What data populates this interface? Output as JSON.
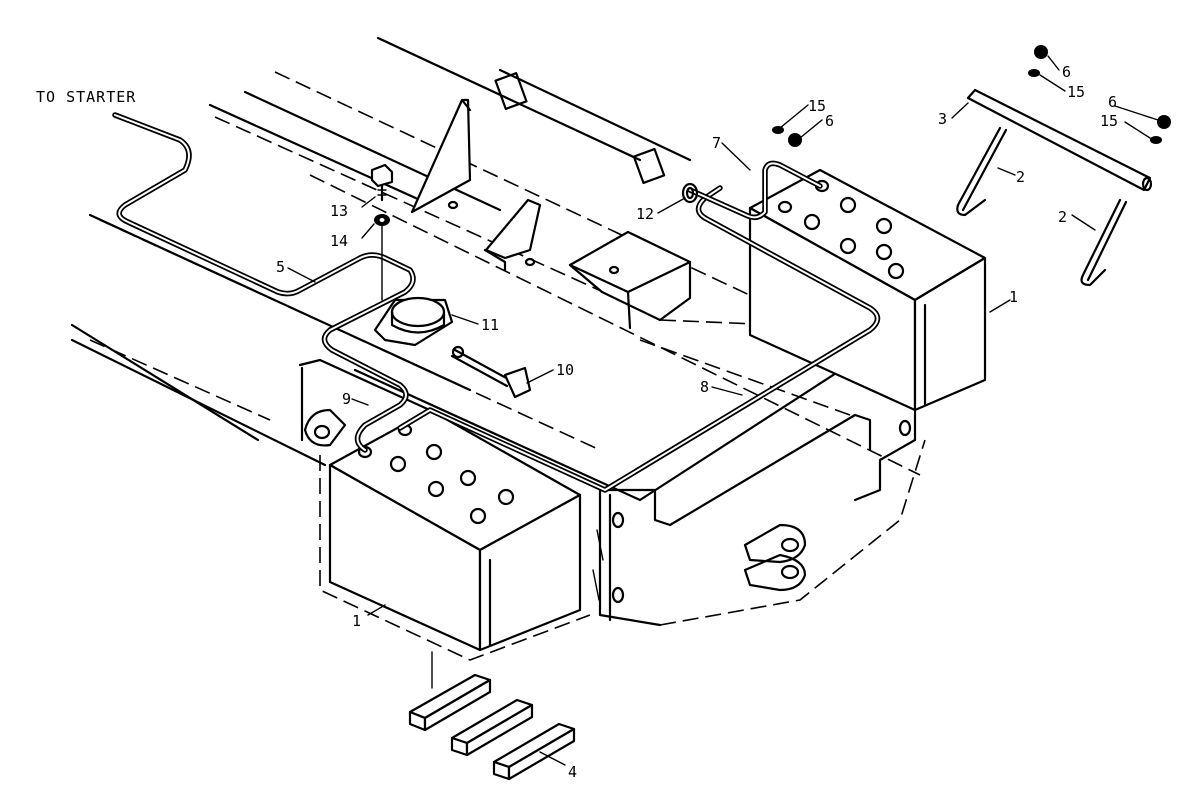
{
  "figure": {
    "note_to_starter": "TO STARTER",
    "callouts": [
      {
        "id": "c1a",
        "text": "1"
      },
      {
        "id": "c1b",
        "text": "1"
      },
      {
        "id": "c2a",
        "text": "2"
      },
      {
        "id": "c2b",
        "text": "2"
      },
      {
        "id": "c3",
        "text": "3"
      },
      {
        "id": "c4",
        "text": "4"
      },
      {
        "id": "c5",
        "text": "5"
      },
      {
        "id": "c6a",
        "text": "6"
      },
      {
        "id": "c6b",
        "text": "6"
      },
      {
        "id": "c6c",
        "text": "6"
      },
      {
        "id": "c7",
        "text": "7"
      },
      {
        "id": "c8",
        "text": "8"
      },
      {
        "id": "c9",
        "text": "9"
      },
      {
        "id": "c10",
        "text": "10"
      },
      {
        "id": "c11",
        "text": "11"
      },
      {
        "id": "c12",
        "text": "12"
      },
      {
        "id": "c13",
        "text": "13"
      },
      {
        "id": "c14",
        "text": "14"
      },
      {
        "id": "c15a",
        "text": "15"
      },
      {
        "id": "c15b",
        "text": "15"
      },
      {
        "id": "c15c",
        "text": "15"
      }
    ]
  }
}
